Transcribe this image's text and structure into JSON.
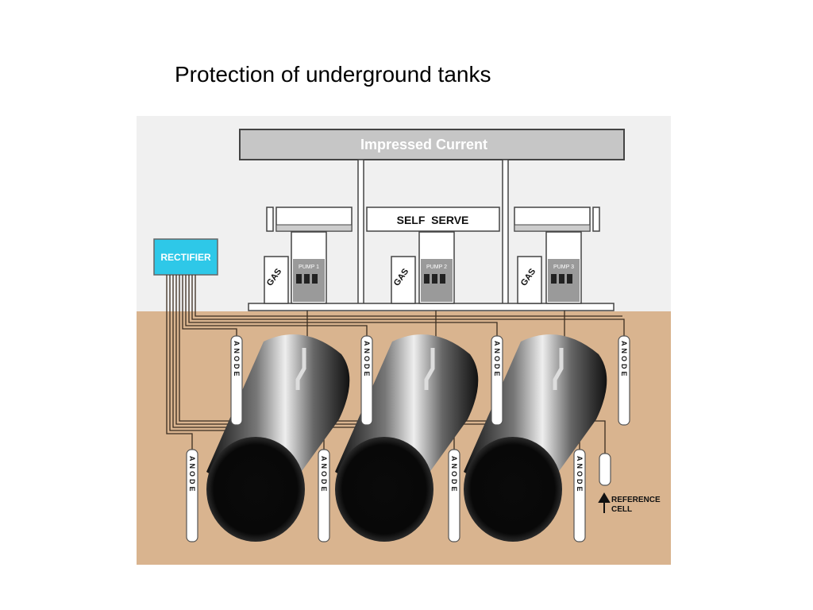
{
  "slide": {
    "title": "Protection of underground tanks"
  },
  "diagram": {
    "canopy_label": "Impressed Current",
    "self_serve_label": "SELF  SERVE",
    "rectifier_label": "RECTIFIER",
    "gas_label": "GAS",
    "pumps": [
      "PUMP 1",
      "PUMP 2",
      "PUMP 3"
    ],
    "anode_label": "ANODE",
    "reference_cell_label": [
      "REFERENCE",
      "CELL"
    ],
    "colors": {
      "soil": "#d9b48f",
      "sky": "#f0f0f0",
      "canopy": "#c6c6c6",
      "rectifier": "#2ec8e8",
      "wire": "#3a2c20",
      "tank_dark": "#0a0a0a"
    }
  }
}
